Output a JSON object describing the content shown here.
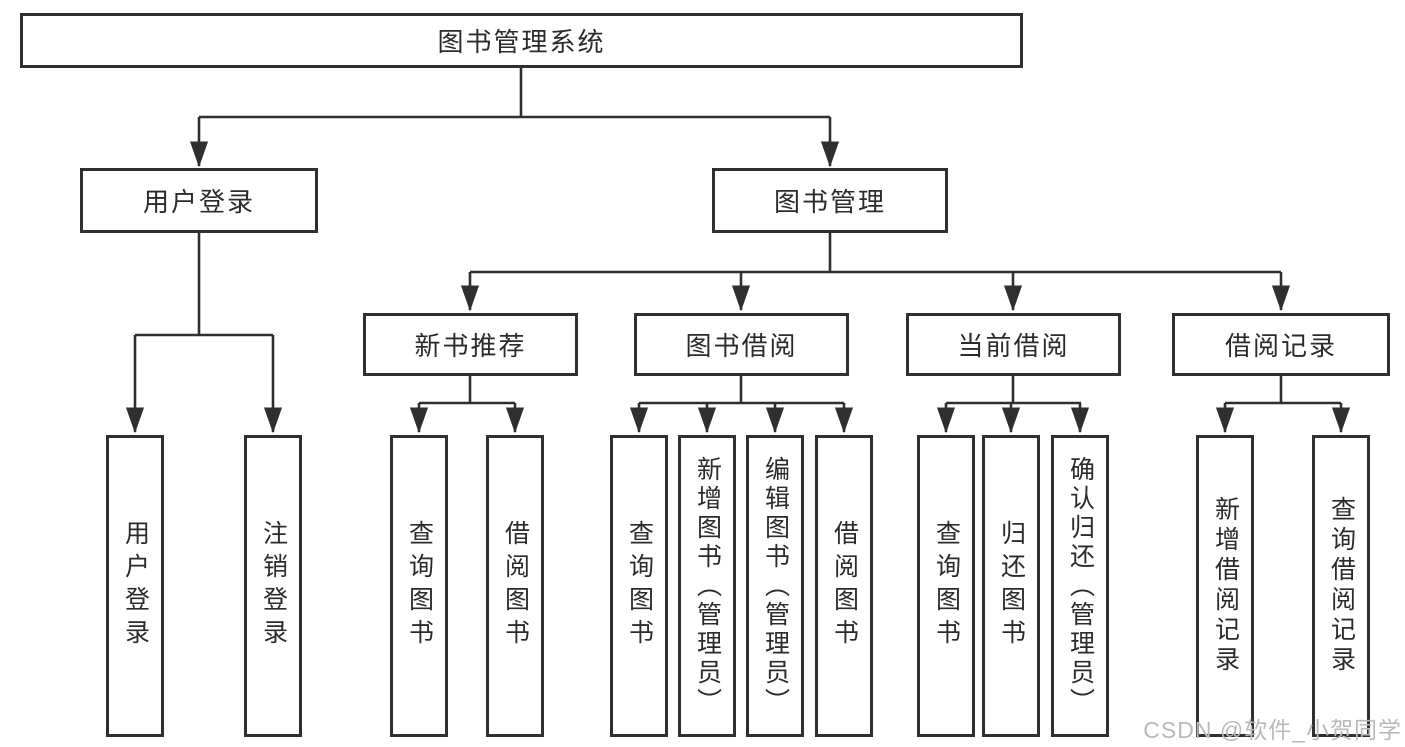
{
  "colors": {
    "line": "#2f2f2f",
    "text": "#2b2b2b",
    "watermark": "#b9b9b9"
  },
  "watermark": "CSDN @软件_小贺同学",
  "tree": {
    "root": "图书管理系统",
    "user_login": {
      "label": "用户登录",
      "children": [
        "用户登录",
        "注销登录"
      ]
    },
    "book_mgmt": {
      "label": "图书管理",
      "sections": {
        "new_book": {
          "label": "新书推荐",
          "children": [
            "查询图书",
            "借阅图书"
          ]
        },
        "book_borrow": {
          "label": "图书借阅",
          "children": [
            "查询图书",
            "新增图书（管理员）",
            "编辑图书（管理员）",
            "借阅图书"
          ]
        },
        "current_borrow": {
          "label": "当前借阅",
          "children": [
            "查询图书",
            "归还图书",
            "确认归还（管理员）"
          ]
        },
        "borrow_record": {
          "label": "借阅记录",
          "children": [
            "新增借阅记录",
            "查询借阅记录"
          ]
        }
      }
    }
  }
}
